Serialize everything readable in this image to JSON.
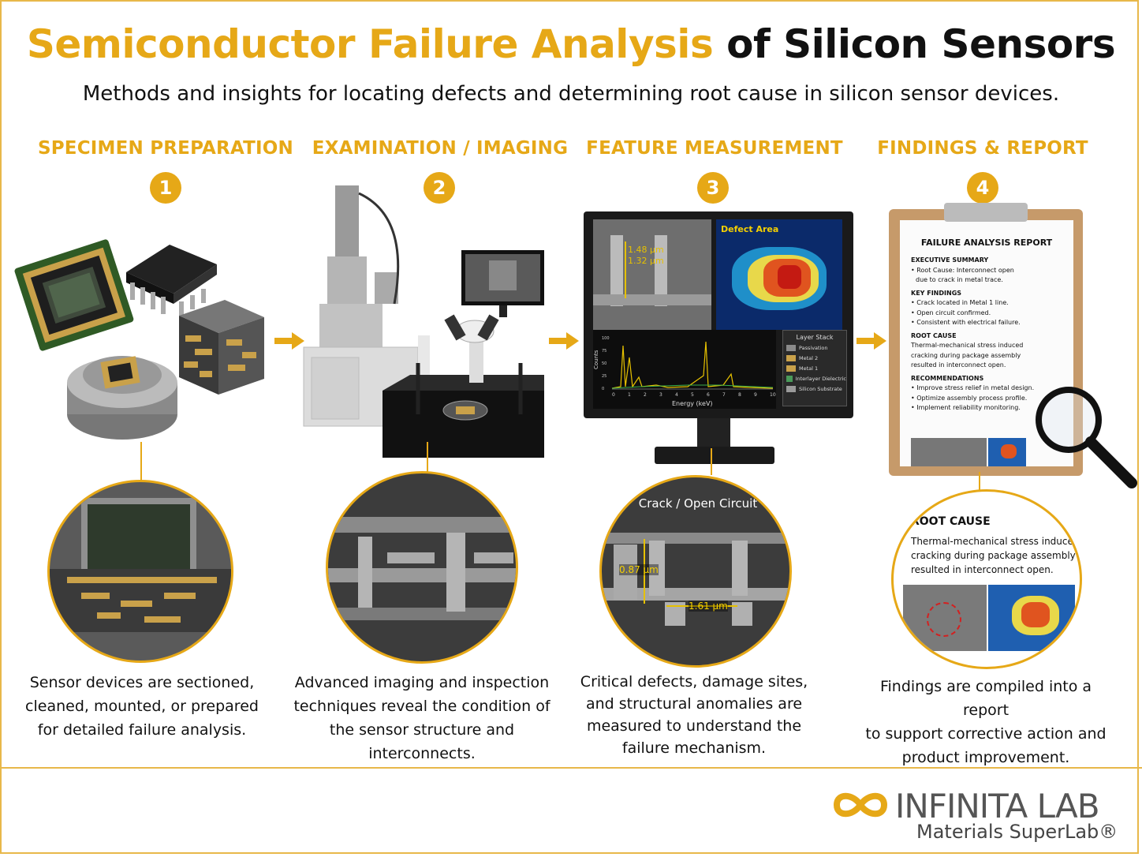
{
  "title": {
    "part1": "Semiconductor Failure Analysis",
    "part2": "of Silicon Sensors"
  },
  "subtitle": "Methods and insights for locating defects and determining root cause in silicon sensor devices.",
  "steps": [
    {
      "number": "1",
      "title": "SPECIMEN PREPARATION",
      "desc": [
        "Sensor devices are sectioned,",
        "cleaned, mounted, or prepared",
        "for detailed failure analysis."
      ]
    },
    {
      "number": "2",
      "title": "EXAMINATION / IMAGING",
      "desc": [
        "Advanced imaging and inspection",
        "techniques reveal the condition of",
        "the sensor structure and interconnects."
      ]
    },
    {
      "number": "3",
      "title": "FEATURE MEASUREMENT",
      "desc": [
        "Critical defects, damage sites,",
        "and structural anomalies are",
        "measured to understand the",
        "failure mechanism."
      ]
    },
    {
      "number": "4",
      "title": "FINDINGS & REPORT",
      "desc": [
        "Findings are compiled into a report",
        "to support corrective action and",
        "product improvement."
      ]
    }
  ],
  "monitor": {
    "meas1": "1.48 µm",
    "meas2": "1.32 µm",
    "defect_label": "Defect Area",
    "spectrum_ylabel": "Counts",
    "spectrum_xlabel": "Energy (keV)",
    "x_ticks": [
      "0",
      "1",
      "2",
      "3",
      "4",
      "5",
      "6",
      "7",
      "8",
      "9",
      "10"
    ],
    "y_ticks": [
      "100",
      "75",
      "50",
      "25",
      "0"
    ],
    "layer_title": "Layer Stack",
    "layers": [
      "Passivation",
      "Metal 2",
      "Metal 1",
      "Interlayer Dielectric",
      "Silicon Substrate"
    ],
    "layer_colors": [
      "#8a8a8a",
      "#c9a14a",
      "#c9a14a",
      "#4a9a5a",
      "#9a9a9a"
    ]
  },
  "report": {
    "title": "FAILURE ANALYSIS REPORT",
    "exec_head": "EXECUTIVE SUMMARY",
    "exec_lines": [
      "• Root Cause: Interconnect open",
      "due to crack in metal trace."
    ],
    "key_head": "KEY FINDINGS",
    "key_lines": [
      "• Crack located in Metal 1 line.",
      "• Open circuit confirmed.",
      "• Consistent with electrical failure."
    ],
    "root_head": "ROOT CAUSE",
    "root_lines": [
      "Thermal-mechanical stress induced",
      "cracking during package assembly",
      "resulted in interconnect open."
    ],
    "rec_head": "RECOMMENDATIONS",
    "rec_lines": [
      "• Improve stress relief in metal design.",
      "• Optimize assembly process profile.",
      "• Implement reliability monitoring."
    ]
  },
  "zoom3": {
    "crack_label": "Crack / Open Circuit",
    "m1": "0.87 µm",
    "m2": "1.61 µm"
  },
  "zoom4": {
    "head": "ROOT CAUSE",
    "lines": [
      "Thermal-mechanical stress induced",
      "cracking during package assembly",
      "resulted in interconnect open."
    ]
  },
  "logo": {
    "name": "INFINITA LAB",
    "tagline": "Materials SuperLab®"
  },
  "colors": {
    "accent": "#e6a817",
    "text": "#111111"
  }
}
